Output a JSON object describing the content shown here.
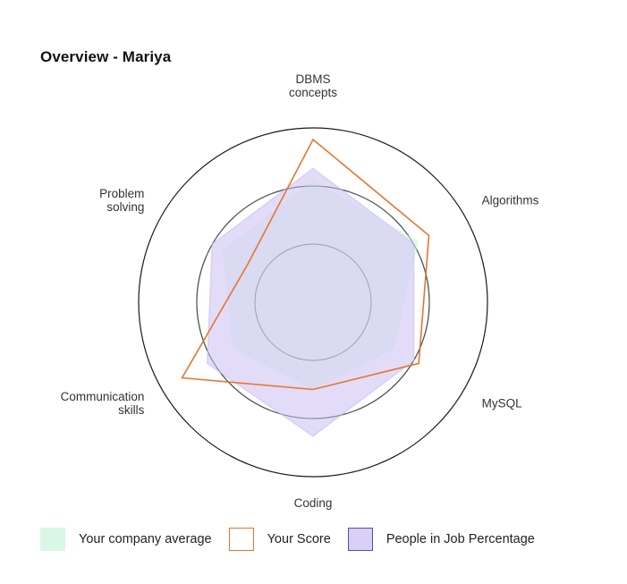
{
  "title": "Overview - Mariya",
  "chart_data": {
    "type": "radar",
    "axes": [
      "DBMS concepts",
      "Algorithms",
      "MySQL",
      "Coding",
      "Communication skills",
      "Problem solving"
    ],
    "axis_label_lines": [
      [
        "DBMS",
        "concepts"
      ],
      [
        "Algorithms"
      ],
      [
        "MySQL"
      ],
      [
        "Coding"
      ],
      [
        "Communication",
        "skills"
      ],
      [
        "Problem",
        "solving"
      ]
    ],
    "rings": 3,
    "max": 3,
    "series": [
      {
        "name": "Your company average",
        "values": [
          2.1,
          2.1,
          1.6,
          1.5,
          1.6,
          1.8
        ],
        "fill": "#d9f7e6",
        "stroke": "none",
        "fill_opacity": 0.85
      },
      {
        "name": "People in Job Percentage",
        "values": [
          2.3,
          2.0,
          2.0,
          2.3,
          2.1,
          2.0
        ],
        "fill": "#d8d0f5",
        "stroke": "#d8d0f5",
        "fill_opacity": 0.75
      },
      {
        "name": "Your Score",
        "values": [
          2.8,
          2.3,
          2.1,
          1.5,
          2.6,
          1.3
        ],
        "fill": "none",
        "stroke": "#e8752e",
        "fill_opacity": 0
      }
    ]
  },
  "legend": [
    {
      "label": "Your company average",
      "key": "company"
    },
    {
      "label": "Your Score",
      "key": "score"
    },
    {
      "label": "People in Job Percentage",
      "key": "people"
    }
  ]
}
